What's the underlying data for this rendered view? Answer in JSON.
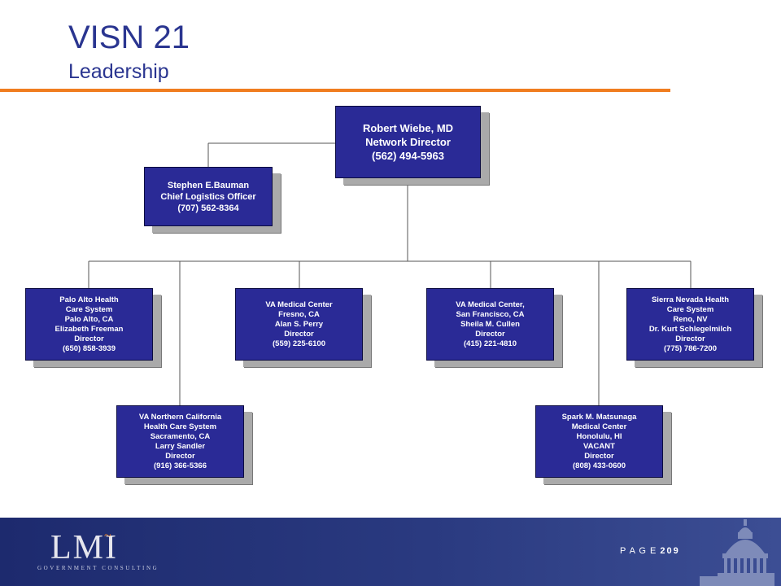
{
  "header": {
    "title": "VISN 21",
    "subtitle": "Leadership"
  },
  "colors": {
    "box_fill": "#2a2a96",
    "accent_rule": "#f07d1f",
    "title": "#2a3590",
    "footer": "#1d2a6e"
  },
  "org_chart": {
    "director": {
      "lines": [
        "Robert Wiebe, MD",
        "Network Director",
        "(562) 494-5963"
      ]
    },
    "staff": {
      "lines": [
        "Stephen E.Bauman",
        "Chief Logistics Officer",
        "(707) 562-8364"
      ]
    },
    "facilities": [
      {
        "lines": [
          "Palo Alto Health",
          "Care System",
          "Palo Alto, CA",
          "Elizabeth Freeman",
          "Director",
          "(650) 858-3939"
        ]
      },
      {
        "lines": [
          "VA Northern California",
          "Health Care System",
          "Sacramento, CA",
          "Larry Sandler",
          "Director",
          "(916) 366-5366"
        ]
      },
      {
        "lines": [
          "VA Medical Center",
          "Fresno, CA",
          "Alan S. Perry",
          "Director",
          "(559) 225-6100"
        ]
      },
      {
        "lines": [
          "VA Medical Center,",
          "San Francisco, CA",
          "Sheila M. Cullen",
          "Director",
          "(415) 221-4810"
        ]
      },
      {
        "lines": [
          "Spark M. Matsunaga",
          "Medical Center",
          "Honolulu, HI",
          "VACANT",
          "Director",
          "(808) 433-0600"
        ]
      },
      {
        "lines": [
          "Sierra Nevada Health",
          "Care System",
          "Reno, NV",
          "Dr. Kurt Schlegelmilch",
          "Director",
          "(775) 786-7200"
        ]
      }
    ]
  },
  "footer": {
    "logo_text": "LMI",
    "logo_tagline": "GOVERNMENT CONSULTING",
    "page_word": "P A G E",
    "page_number": "209"
  }
}
